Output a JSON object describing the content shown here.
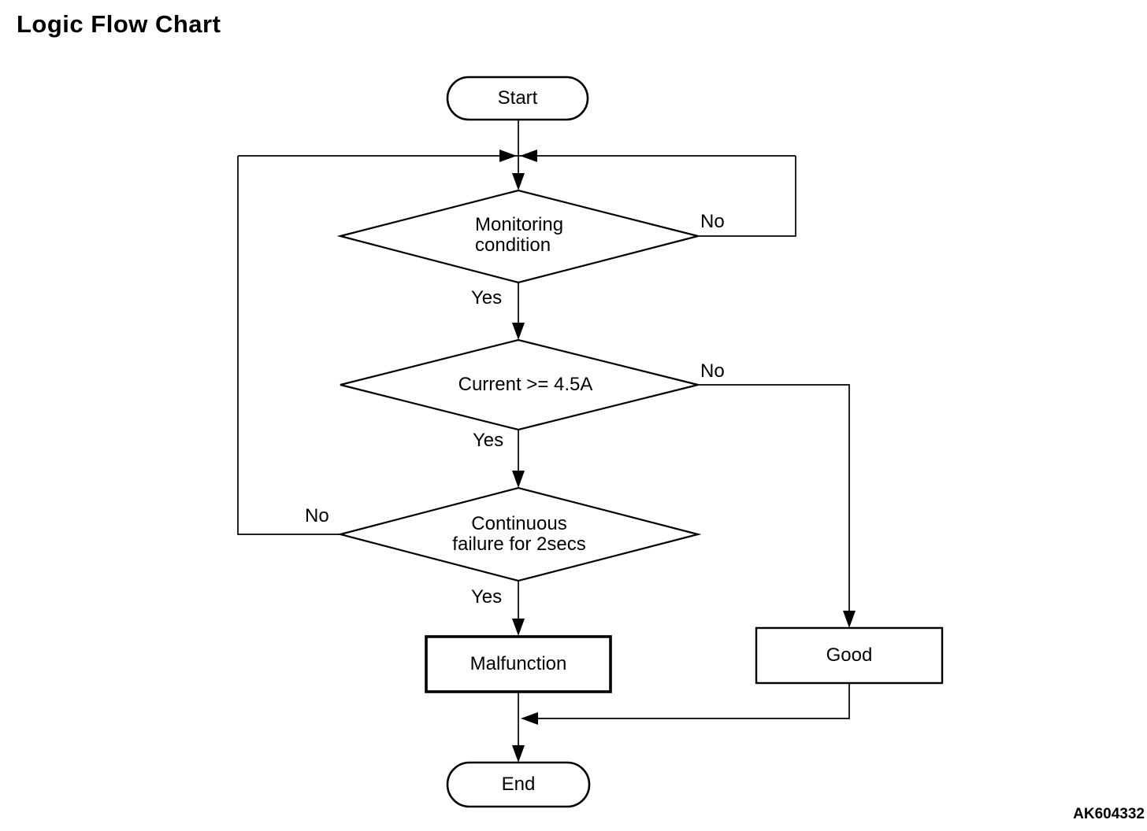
{
  "title": "Logic Flow Chart",
  "figure_code": "AK604332",
  "flowchart": {
    "terminals": {
      "start": "Start",
      "end": "End"
    },
    "decisions": {
      "monitoring": "Monitoring\ncondition",
      "current": "Current >= 4.5A",
      "continuous": "Continuous\nfailure for 2secs"
    },
    "processes": {
      "malfunction": "Malfunction",
      "good": "Good"
    },
    "branch_labels": {
      "monitoring_yes": "Yes",
      "monitoring_no": "No",
      "current_yes": "Yes",
      "current_no": "No",
      "continuous_yes": "Yes",
      "continuous_no": "No"
    },
    "colors": {
      "line": "#000000",
      "background": "#ffffff",
      "text": "#000000"
    }
  }
}
